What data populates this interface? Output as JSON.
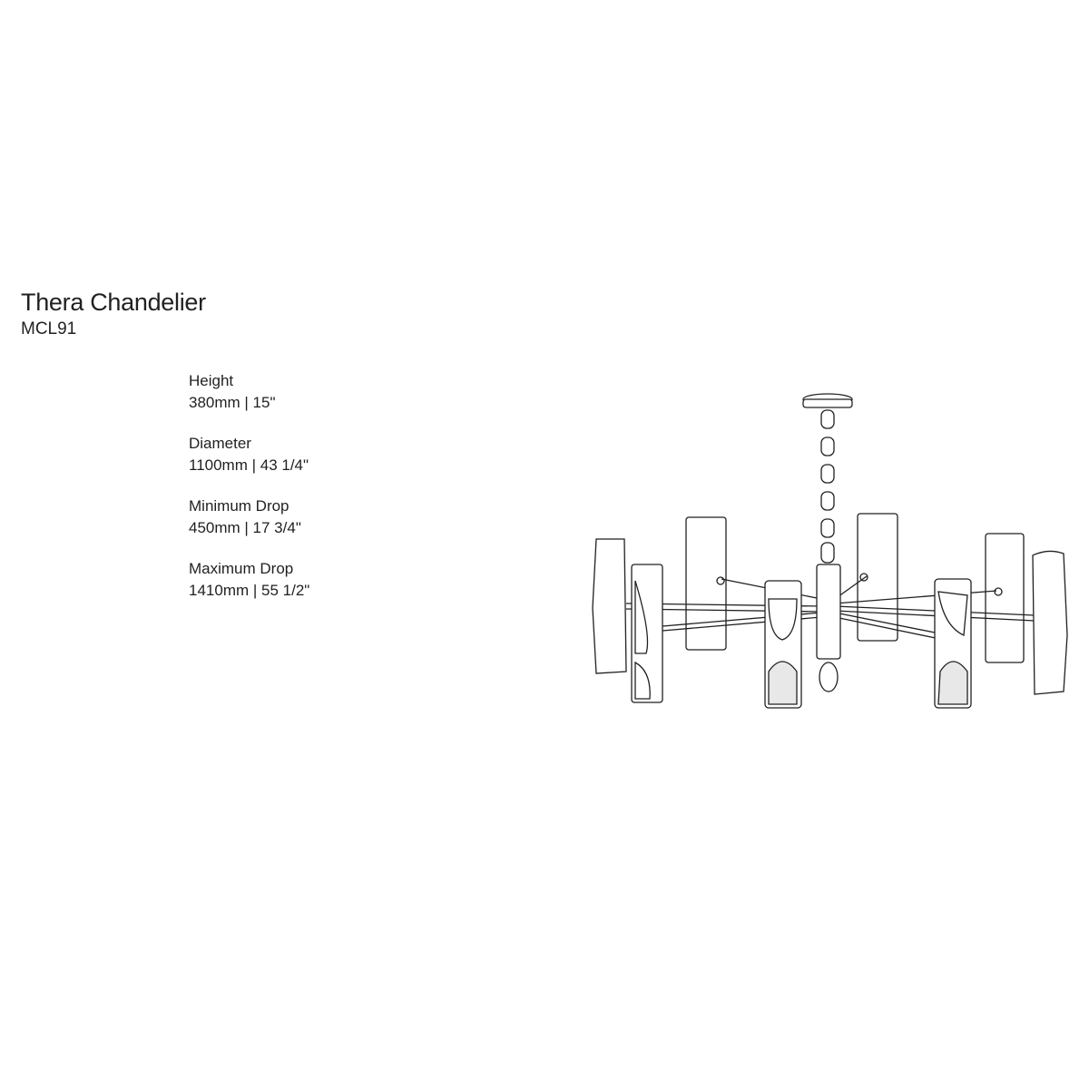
{
  "product": {
    "title": "Thera Chandelier",
    "code": "MCL91"
  },
  "specs": [
    {
      "label": "Height",
      "value": "380mm | 15\""
    },
    {
      "label": "Diameter",
      "value": "1100mm | 43 1/4\""
    },
    {
      "label": "Minimum Drop",
      "value": "450mm | 17 3/4\""
    },
    {
      "label": "Maximum Drop",
      "value": "1410mm | 55 1/2\""
    }
  ]
}
